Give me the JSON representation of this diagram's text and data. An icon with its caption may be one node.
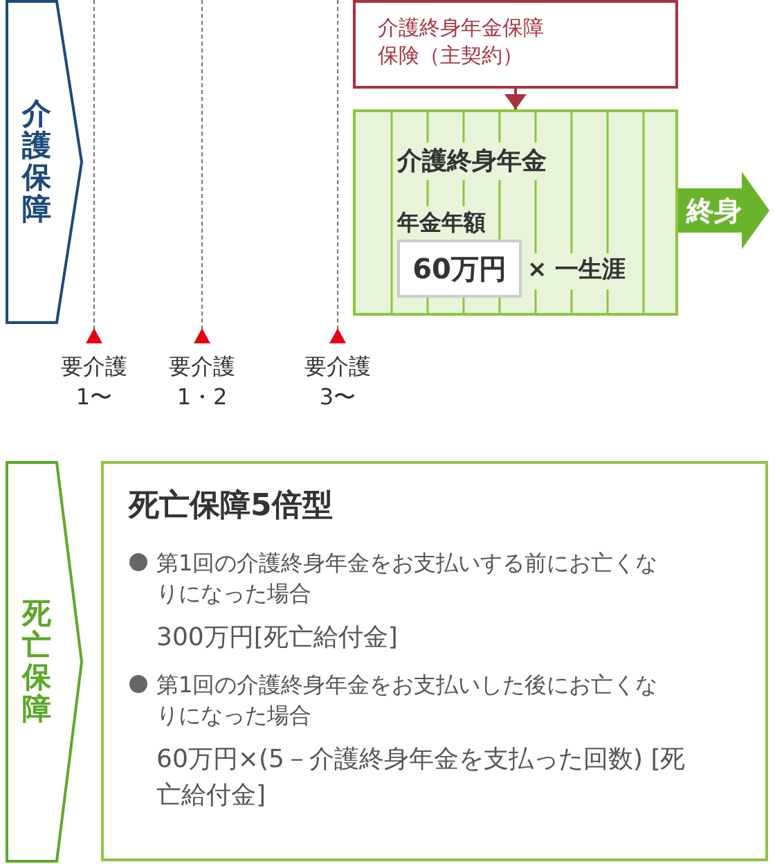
{
  "diagram": {
    "nodes": [
      {
        "text": [
          "介護保障"
        ]
      },
      {
        "text": [
          "介護終身年金保障保険（主契約）"
        ]
      },
      {
        "text": [
          "介護終身年金",
          "年金年額",
          "× 一生涯"
        ]
      },
      {
        "text": [
          "60万円"
        ],
        "in": 2
      },
      {
        "text": [
          "終身"
        ]
      },
      {
        "text": [
          "死亡保障"
        ]
      },
      {
        "text": [
          "死亡保障5倍型",
          "第1回の介護終身年金をお支払いする前にお亡くなりになった場合",
          "300万円[死亡給付金]",
          "第1回の介護終身年金をお支払いした後にお亡くなりになった場合",
          "60万円×(5－介護終身年金を支払った回数) [死亡給付金]"
        ]
      }
    ],
    "edges": [
      {
        "from": 1,
        "to": 2,
        "arrow": "to"
      }
    ],
    "labels": [
      "要介護1〜",
      "要介護1・2",
      "要介護3〜"
    ]
  }
}
